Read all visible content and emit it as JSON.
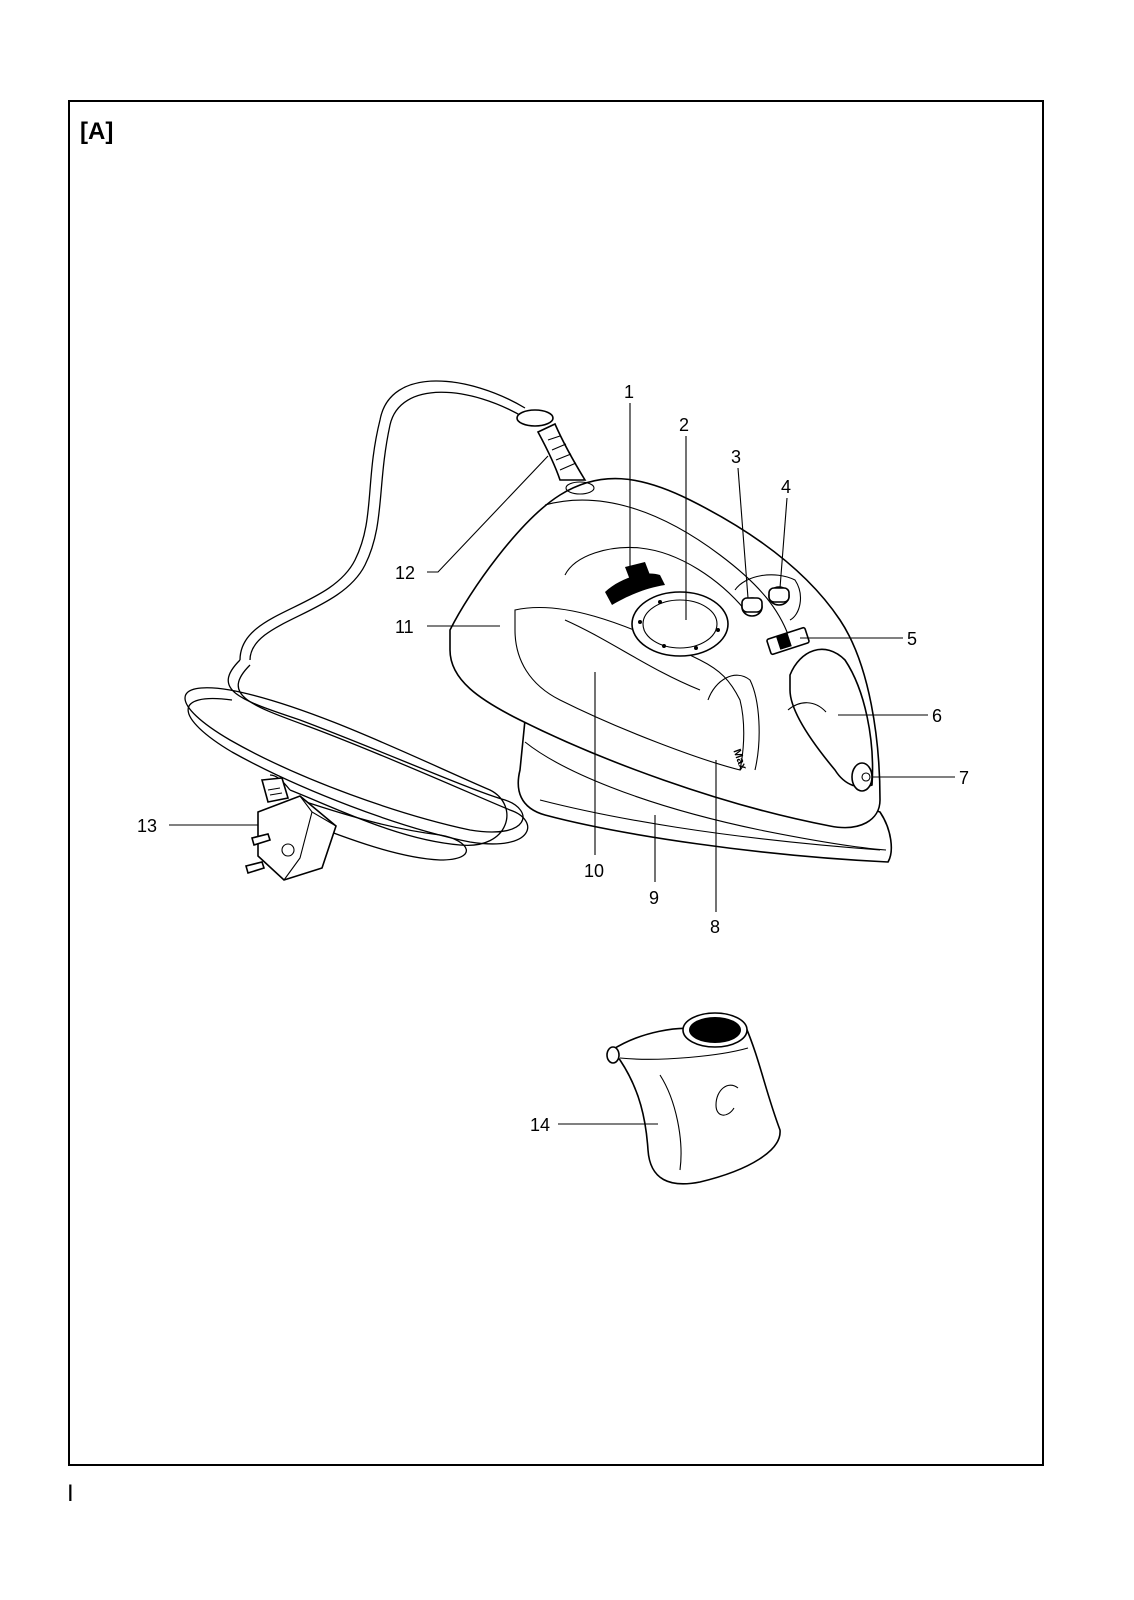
{
  "figure_label": "[A]",
  "page_number": "I",
  "soleplate_marking": "Max",
  "callouts": [
    "1",
    "2",
    "3",
    "4",
    "5",
    "6",
    "7",
    "8",
    "9",
    "10",
    "11",
    "12",
    "13",
    "14"
  ]
}
